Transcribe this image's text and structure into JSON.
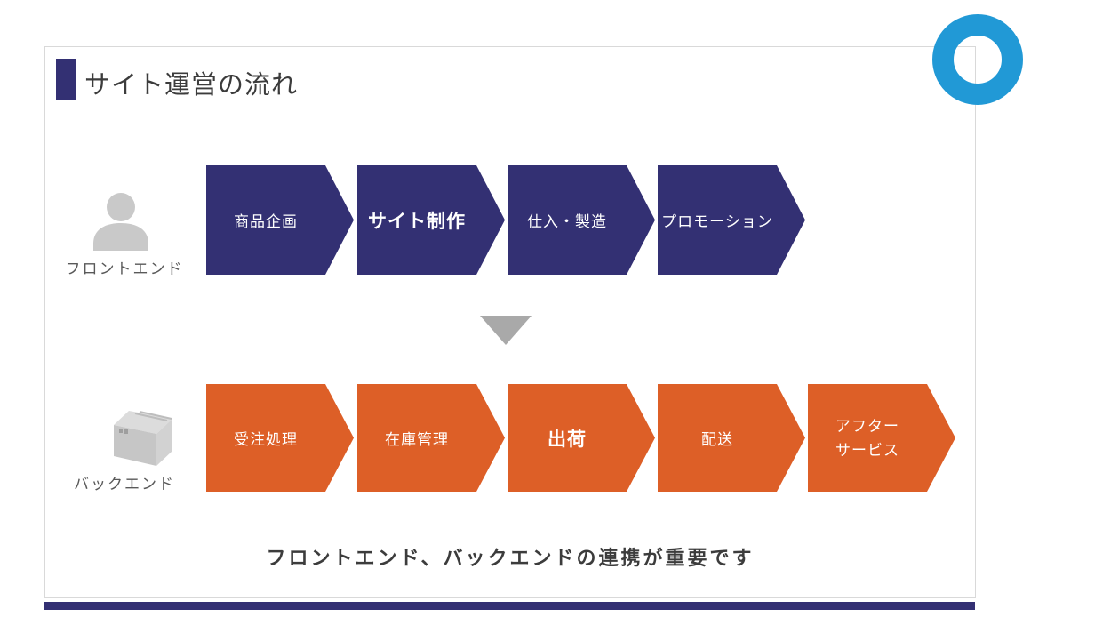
{
  "slide": {
    "title": "サイト運営の流れ",
    "footer_message": "フロントエンド、バックエンドの連携が重要です"
  },
  "colors": {
    "navy": "#333073",
    "orange": "#DD5F27",
    "ring": "#2199D6",
    "triangle": "#A9A9A9",
    "icon-gray": "#C9C9C9",
    "text-dark": "#3C3C3C",
    "label-gray": "#595959",
    "border-gray": "#D9D9D9"
  },
  "flow": {
    "frontend": {
      "label": "フロントエンド",
      "icon": "person-icon",
      "steps": [
        {
          "label": "商品企画",
          "emphasis": false
        },
        {
          "label": "サイト制作",
          "emphasis": true
        },
        {
          "label": "仕入・製造",
          "emphasis": false
        },
        {
          "label": "プロモーション",
          "emphasis": false
        }
      ]
    },
    "backend": {
      "label": "バックエンド",
      "icon": "box-icon",
      "steps": [
        {
          "label": "受注処理",
          "emphasis": false
        },
        {
          "label": "在庫管理",
          "emphasis": false
        },
        {
          "label": "出荷",
          "emphasis": true
        },
        {
          "label": "配送",
          "emphasis": false
        },
        {
          "label": "アフターサービス",
          "line1": "アフター",
          "line2": "サービス",
          "emphasis": false
        }
      ]
    }
  }
}
